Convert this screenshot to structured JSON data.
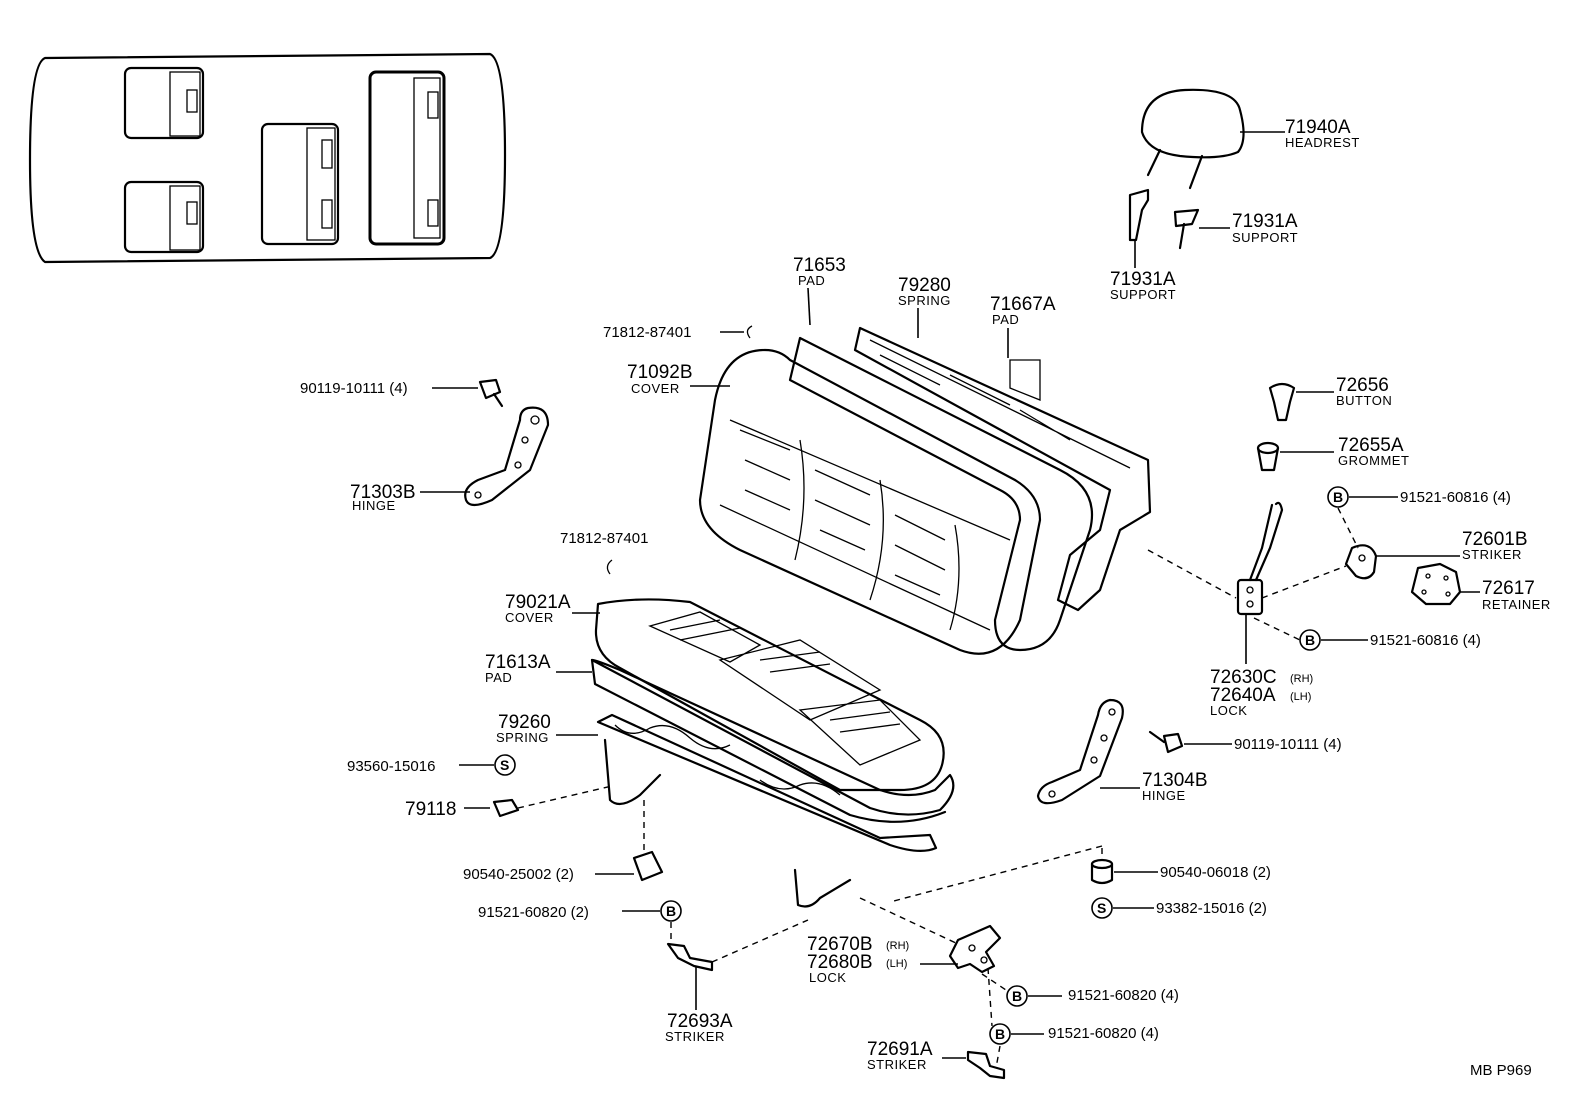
{
  "diagram_code": "MB P969",
  "callouts": {
    "headrest": {
      "num": "71940A",
      "name": "HEADREST"
    },
    "support_right": {
      "num": "71931A",
      "name": "SUPPORT"
    },
    "support_left": {
      "num": "71931A",
      "name": "SUPPORT"
    },
    "back_pad": {
      "num": "71653",
      "name": "PAD"
    },
    "back_spring": {
      "num": "79280",
      "name": "SPRING"
    },
    "back_pad_rear": {
      "num": "71667A",
      "name": "PAD"
    },
    "clip_top": {
      "num": "71812-87401"
    },
    "back_cover": {
      "num": "71092B",
      "name": "COVER"
    },
    "bolt_top_left": {
      "num": "90119-10111 (4)"
    },
    "hinge_left": {
      "num": "71303B",
      "name": "HINGE"
    },
    "clip_mid": {
      "num": "71812-87401"
    },
    "button": {
      "num": "72656",
      "name": "BUTTON"
    },
    "grommet": {
      "num": "72655A",
      "name": "GROMMET"
    },
    "bolt_b_upper": {
      "num": "91521-60816 (4)",
      "marker": "B"
    },
    "striker_upper": {
      "num": "72601B",
      "name": "STRIKER"
    },
    "retainer": {
      "num": "72617",
      "name": "RETAINER"
    },
    "bolt_b_mid": {
      "num": "91521-60816 (4)",
      "marker": "B"
    },
    "lock_upper": {
      "num_rh": "72630C",
      "rh": "(RH)",
      "num_lh": "72640A",
      "lh": "(LH)",
      "name": "LOCK"
    },
    "seat_cover": {
      "num": "79021A",
      "name": "COVER"
    },
    "seat_pad": {
      "num": "71613A",
      "name": "PAD"
    },
    "seat_spring": {
      "num": "79260",
      "name": "SPRING"
    },
    "s_screw_left": {
      "num": "93560-15016",
      "marker": "S"
    },
    "part_79118": {
      "num": "79118"
    },
    "bolt_right": {
      "num": "90119-10111 (4)"
    },
    "hinge_right": {
      "num": "71304B",
      "name": "HINGE"
    },
    "cushion_left": {
      "num": "90540-25002 (2)"
    },
    "bolt_b_left": {
      "num": "91521-60820 (2)",
      "marker": "B"
    },
    "cushion_right": {
      "num": "90540-06018 (2)"
    },
    "s_screw_right": {
      "num": "93382-15016 (2)",
      "marker": "S"
    },
    "lock_lower": {
      "num_rh": "72670B",
      "rh": "(RH)",
      "num_lh": "72680B",
      "lh": "(LH)",
      "name": "LOCK"
    },
    "bolt_b_low1": {
      "num": "91521-60820 (4)",
      "marker": "B"
    },
    "bolt_b_low2": {
      "num": "91521-60820 (4)",
      "marker": "B"
    },
    "striker_lower_left": {
      "num": "72693A",
      "name": "STRIKER"
    },
    "striker_lower_right": {
      "num": "72691A",
      "name": "STRIKER"
    }
  }
}
